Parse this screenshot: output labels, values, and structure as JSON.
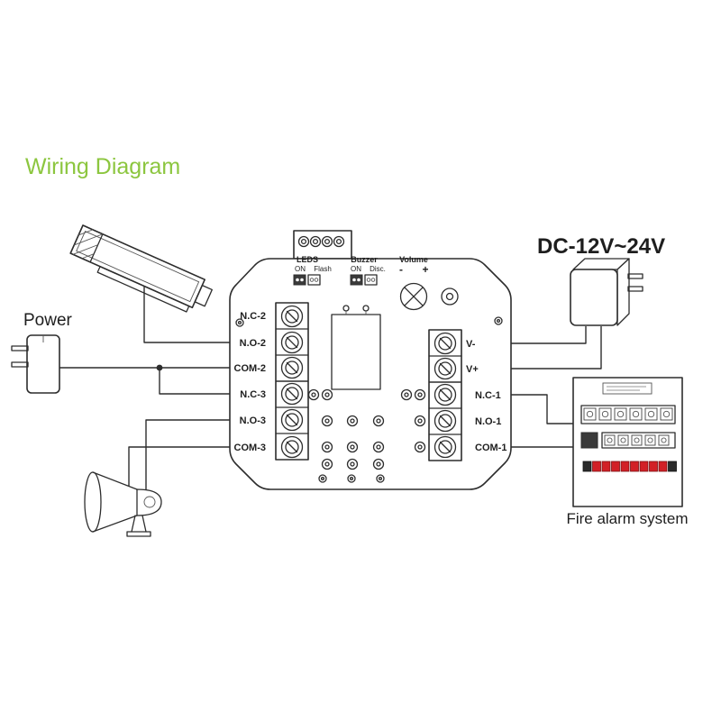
{
  "title": "Wiring Diagram",
  "colors": {
    "title_green": "#8CC63F",
    "line": "#2d2d2d",
    "led_red": "#d22027"
  },
  "labels": {
    "power": "Power",
    "dc_supply": "DC-12V~24V",
    "fire_alarm": "Fire alarm system"
  },
  "board": {
    "leds": {
      "label": "LEDS",
      "opt1": "ON",
      "opt2": "Flash"
    },
    "buzzer": {
      "label": "Buzzer",
      "opt1": "ON",
      "opt2": "Disc."
    },
    "volume": {
      "label": "Volume",
      "minus": "-",
      "plus": "+"
    },
    "terminals_left": [
      "N.C-2",
      "N.O-2",
      "COM-2",
      "N.C-3",
      "N.O-3",
      "COM-3"
    ],
    "terminals_right": [
      "V-",
      "V+",
      "N.C-1",
      "N.O-1",
      "COM-1"
    ]
  }
}
